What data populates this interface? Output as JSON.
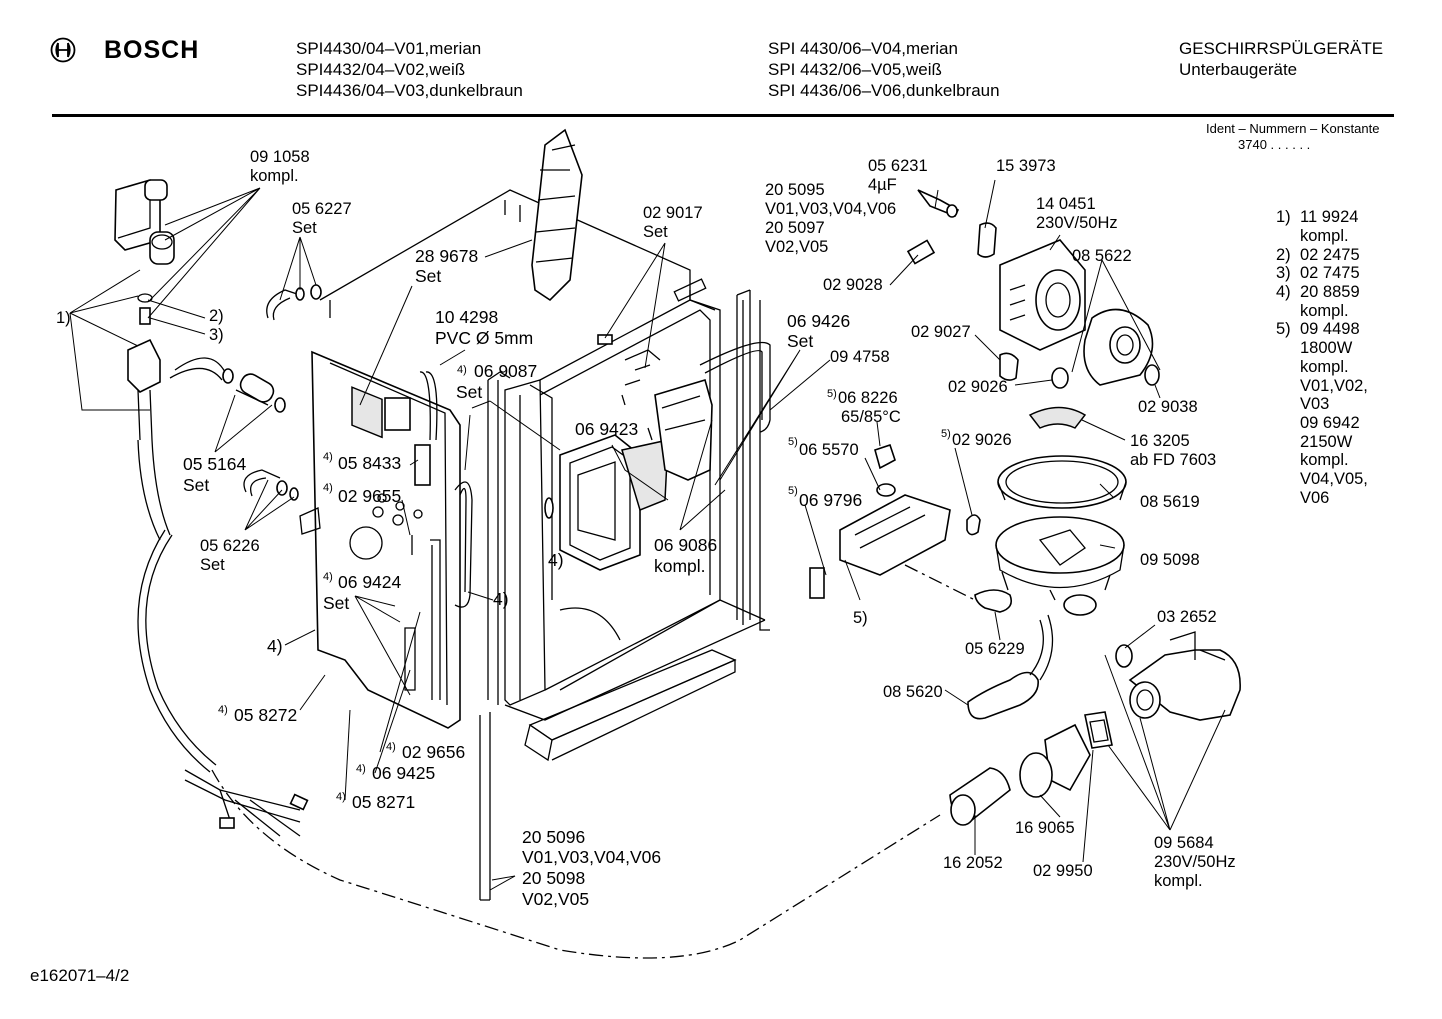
{
  "header": {
    "brand": "BOSCH",
    "models_col1": [
      "SPI4430/04–V01,merian",
      "SPI4432/04–V02,weiß",
      "SPI4436/04–V03,dunkelbraun"
    ],
    "models_col2": [
      "SPI 4430/06–V04,merian",
      "SPI 4432/06–V05,weiß",
      "SPI 4436/06–V06,dunkelbraun"
    ],
    "category": "GESCHIRRSPÜLGERÄTE",
    "subcategory": "Unterbaugeräte"
  },
  "ident": {
    "label": "Ident – Nummern – Konstante",
    "code": "3740",
    "dots": ". . . . . ."
  },
  "notes": {
    "n1": [
      "1)",
      "11 9924"
    ],
    "n1b": "kompl.",
    "n2": [
      "2)",
      "02 2475"
    ],
    "n3": [
      "3)",
      "02 7475"
    ],
    "n4": [
      "4)",
      "20 8859"
    ],
    "n4b": "kompl.",
    "n5": [
      "5)",
      "09 4498"
    ],
    "n5_lines": [
      "1800W",
      "kompl.",
      "V01,V02,",
      "V03",
      "09 6942",
      "2150W",
      "kompl.",
      "V04,V05,",
      "V06"
    ]
  },
  "parts": {
    "p091058": "09 1058",
    "p091058_sub": "kompl.",
    "p056227": "05 6227",
    "p056227_sub": "Set",
    "p289678": "28 9678",
    "p289678_sub": "Set",
    "p104298": "10 4298",
    "p104298_sub": "PVC Ø 5mm",
    "p069087": "06 9087",
    "p069087_sub": "Set",
    "p029017": "02 9017",
    "p029017_sub": "Set",
    "p205095": "20 5095",
    "p205095_v": "V01,V03,V04,V06",
    "p205097": "20 5097",
    "p205097_v": "V02,V05",
    "p056231": "05 6231",
    "p056231_sub": "4µF",
    "p153973": "15 3973",
    "p140451": "14 0451",
    "p140451_sub": "230V/50Hz",
    "p085622": "08 5622",
    "p029028": "02 9028",
    "p069426": "06 9426",
    "p069426_sub": "Set",
    "p029027": "02 9027",
    "p094758": "09 4758",
    "p029026a": "02 9026",
    "p029038": "02 9038",
    "p068226": "06 8226",
    "p068226_sub": "65/85°C",
    "p069423": "06 9423",
    "p065570": "06 5570",
    "p029026b": "02 9026",
    "p163205": "16 3205",
    "p163205_sub": "ab FD 7603",
    "p058433": "05 8433",
    "p055164": "05 5164",
    "p055164_sub": "Set",
    "p029655": "02 9655",
    "p069796": "06 9796",
    "p085619": "08 5619",
    "p056226": "05 6226",
    "p056226_sub": "Set",
    "p069086": "06 9086",
    "p069086_sub": "kompl.",
    "p095098": "09 5098",
    "p069424": "06 9424",
    "p069424_sub": "Set",
    "p032652": "03 2652",
    "p056229": "05 6229",
    "p058272": "05 8272",
    "p085620": "08 5620",
    "p029656": "02 9656",
    "p069425": "06 9425",
    "p058271": "05 8271",
    "p205096": "20 5096",
    "p205096_v": "V01,V03,V04,V06",
    "p205098": "20 5098",
    "p205098_v": "V02,V05",
    "p169065": "16 9065",
    "p162052": "16 2052",
    "p029950": "02 9950",
    "p095684": "09 5684",
    "p095684_sub": "230V/50Hz",
    "p095684_sub2": "kompl."
  },
  "refs": {
    "r1": "1)",
    "r2": "2)",
    "r3": "3)",
    "r4": "4)",
    "r5": "5)"
  },
  "footer": {
    "drawing_id": "e162071–4/2"
  }
}
